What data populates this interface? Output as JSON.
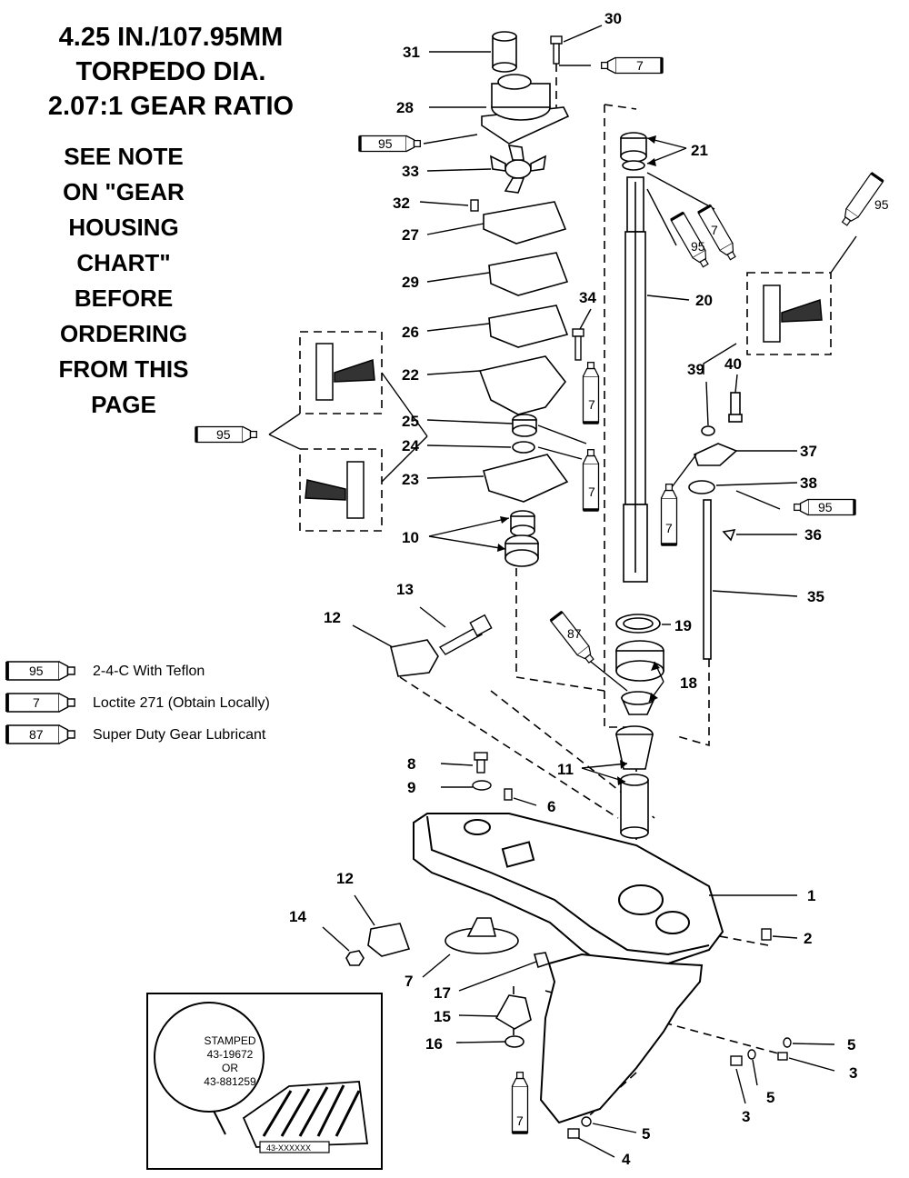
{
  "header": {
    "line1": "4.25 IN./107.95MM",
    "line2": "TORPEDO DIA.",
    "line3": "2.07:1 GEAR RATIO"
  },
  "note": [
    "SEE NOTE",
    "ON \"GEAR",
    "HOUSING",
    "CHART\"",
    "BEFORE",
    "ORDERING",
    "FROM THIS",
    "PAGE"
  ],
  "legend": [
    {
      "code": "95",
      "text": "2-4-C  With Teflon"
    },
    {
      "code": "7",
      "text": "Loctite 271 (Obtain Locally)"
    },
    {
      "code": "87",
      "text": "Super Duty Gear Lubricant"
    }
  ],
  "inset": {
    "stamp_lines": [
      "STAMPED",
      "43-19672",
      "OR",
      "43-881259"
    ],
    "gear_marking": "43-XXXXXX"
  },
  "part_labels": {
    "p1": "1",
    "p2": "2",
    "p3a": "3",
    "p3b": "3",
    "p4": "4",
    "p5a": "5",
    "p5b": "5",
    "p5c": "5",
    "p6": "6",
    "p7a": "7",
    "p8": "8",
    "p9": "9",
    "p10": "10",
    "p11": "11",
    "p12a": "12",
    "p12b": "12",
    "p13": "13",
    "p14": "14",
    "p15": "15",
    "p16": "16",
    "p17": "17",
    "p18": "18",
    "p19": "19",
    "p20": "20",
    "p21": "21",
    "p22": "22",
    "p23": "23",
    "p24": "24",
    "p25": "25",
    "p26": "26",
    "p27": "27",
    "p28": "28",
    "p29": "29",
    "p30": "30",
    "p31": "31",
    "p32": "32",
    "p33": "33",
    "p34": "34",
    "p35": "35",
    "p36": "36",
    "p37": "37",
    "p38": "38",
    "p39": "39",
    "p40": "40"
  },
  "tube_labels": {
    "t1": "7",
    "t2": "95",
    "t3": "95",
    "t4": "7",
    "t5": "95",
    "t6": "95",
    "t7": "7",
    "t8": "7",
    "t9": "7",
    "t10": "95",
    "t11": "87",
    "t12": "7"
  }
}
